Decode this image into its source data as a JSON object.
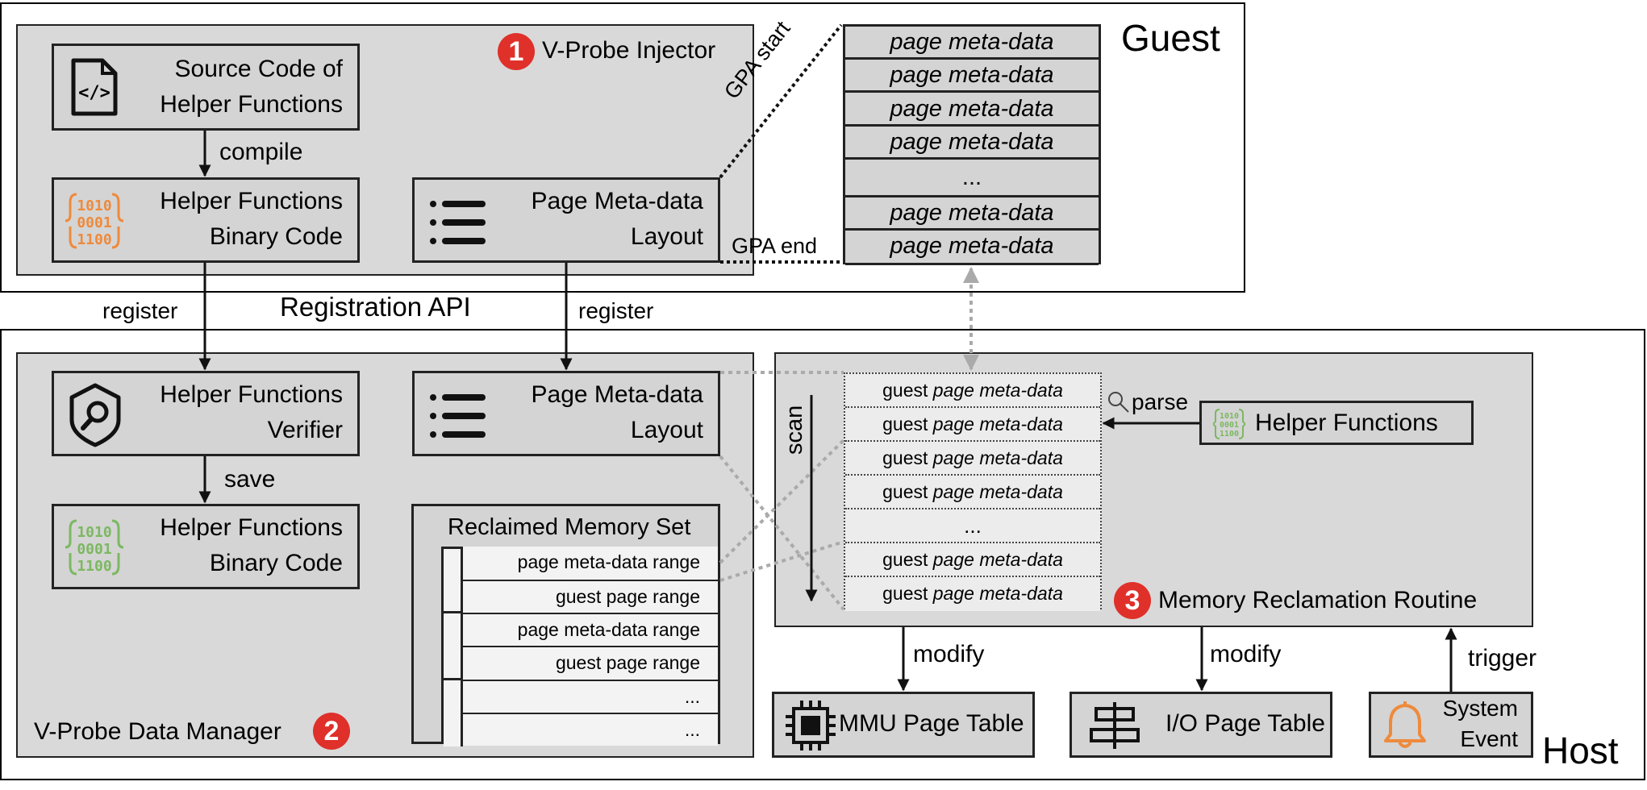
{
  "guest": {
    "label": "Guest",
    "injector": {
      "badge": "1",
      "title": "V-Probe Injector"
    },
    "source_code": {
      "line1": "Source Code of",
      "line2": "Helper Functions"
    },
    "compile_label": "compile",
    "helper_binary": {
      "line1": "Helper Functions",
      "line2": "Binary Code",
      "bits": [
        "1010",
        "0001",
        "1100"
      ]
    },
    "layout": {
      "line1": "Page Meta-data",
      "line2": "Layout"
    },
    "gpa_start": "GPA start",
    "gpa_end": "GPA end",
    "meta_rows": [
      "page meta-data",
      "page meta-data",
      "page meta-data",
      "page meta-data",
      "...",
      "page meta-data",
      "page meta-data"
    ]
  },
  "registration": {
    "title": "Registration API",
    "register_left": "register",
    "register_right": "register"
  },
  "host": {
    "label": "Host",
    "manager": {
      "badge": "2",
      "title": "V-Probe Data Manager"
    },
    "verifier": {
      "line1": "Helper Functions",
      "line2": "Verifier"
    },
    "save_label": "save",
    "saved_binary": {
      "line1": "Helper Functions",
      "line2": "Binary Code",
      "bits": [
        "1010",
        "0001",
        "1100"
      ]
    },
    "layout": {
      "line1": "Page Meta-data",
      "line2": "Layout"
    },
    "reclaimed": {
      "title": "Reclaimed Memory Set",
      "rows": [
        "page meta-data range",
        "guest page range",
        "page meta-data range",
        "guest page range",
        "...",
        "..."
      ]
    },
    "routine": {
      "badge": "3",
      "title": "Memory Reclamation Routine",
      "scan_label": "scan",
      "parse_label": "parse",
      "helper": "Helper Functions",
      "helper_bits": [
        "1010",
        "0001",
        "1100"
      ],
      "rows": [
        {
          "prefix": "guest ",
          "italic": "page meta-data"
        },
        {
          "prefix": "guest ",
          "italic": "page meta-data"
        },
        {
          "prefix": "guest ",
          "italic": "page meta-data"
        },
        {
          "prefix": "guest ",
          "italic": "page meta-data"
        },
        {
          "prefix": "...",
          "italic": ""
        },
        {
          "prefix": "guest ",
          "italic": "page meta-data"
        },
        {
          "prefix": "guest ",
          "italic": "page meta-data"
        }
      ]
    },
    "modify_left": "modify",
    "modify_right": "modify",
    "trigger_label": "trigger",
    "mmu": "MMU Page Table",
    "io": "I/O Page Table",
    "event": {
      "line1": "System",
      "line2": "Event"
    }
  },
  "colors": {
    "badge": "#e0302a",
    "orange": "#ee8a3c",
    "green": "#7cb861"
  }
}
